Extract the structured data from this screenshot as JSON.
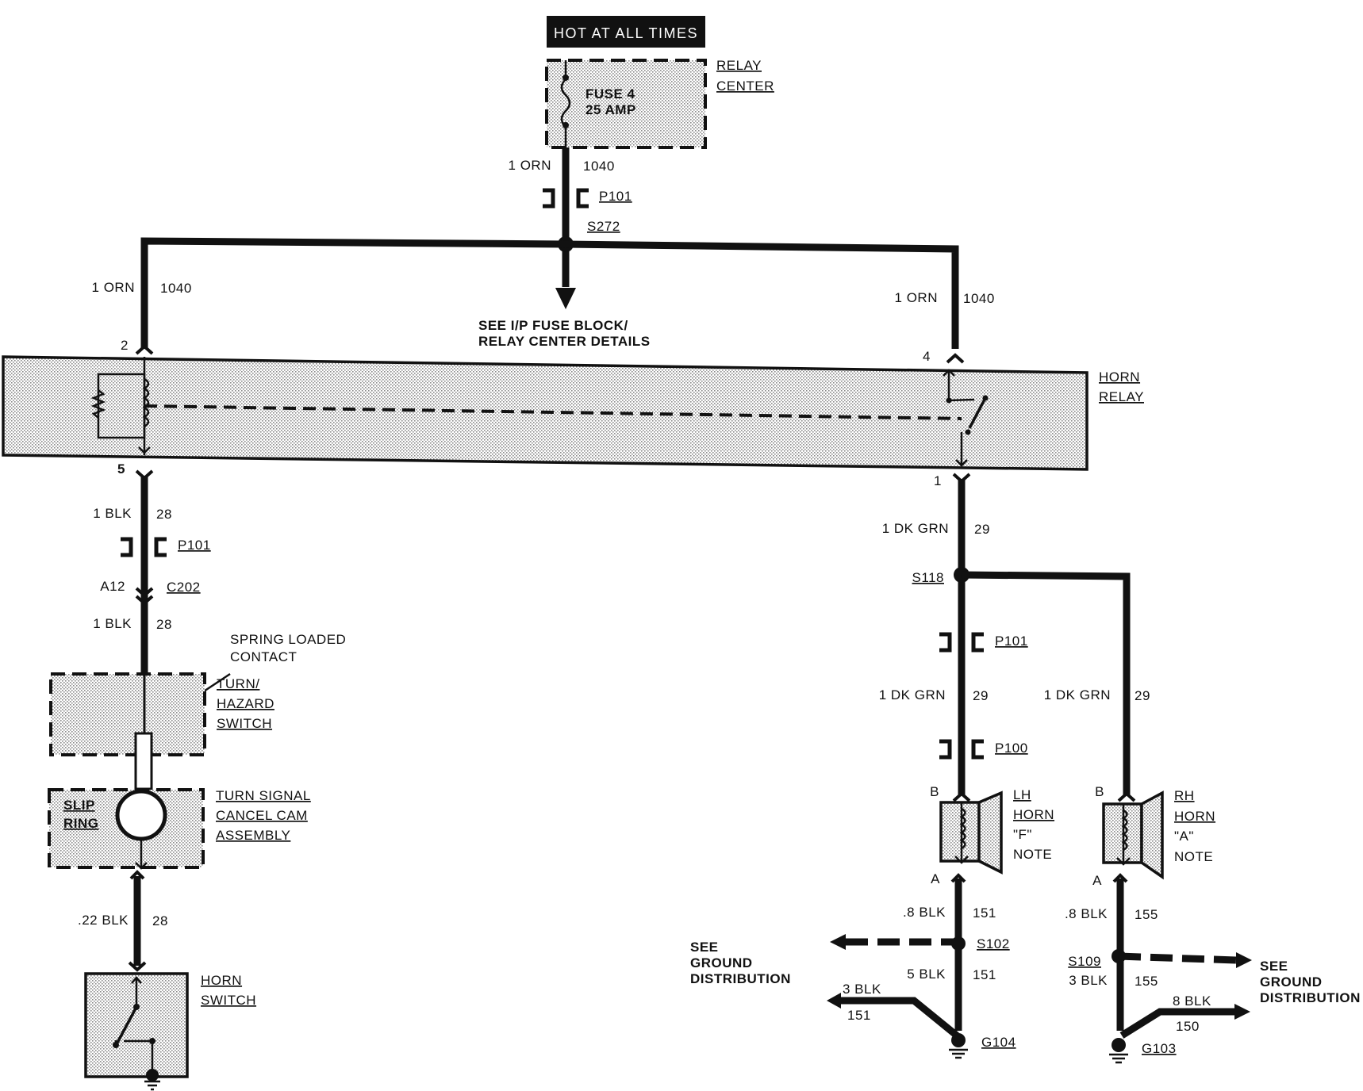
{
  "power": {
    "hot_label": "HOT AT ALL TIMES"
  },
  "relay_center": {
    "label_1": "RELAY",
    "label_2": "CENTER",
    "fuse_1": "FUSE 4",
    "fuse_2": "25 AMP"
  },
  "feed": {
    "wire": "1 ORN",
    "circuit": "1040",
    "connector": "P101",
    "splice": "S272",
    "see_1": "SEE I/P FUSE BLOCK/",
    "see_2": "RELAY CENTER DETAILS"
  },
  "left_feed": {
    "wire": "1 ORN",
    "circuit": "1040",
    "pin": "2"
  },
  "right_feed": {
    "wire": "1 ORN",
    "circuit": "1040",
    "pin": "4"
  },
  "horn_relay": {
    "label_1": "HORN",
    "label_2": "RELAY",
    "pin_bottom_left": "5",
    "pin_bottom_right": "1"
  },
  "left_branch": {
    "wire_1": "1 BLK",
    "circuit_1": "28",
    "connector_1": "P101",
    "pin_a12": "A12",
    "connector_2": "C202",
    "wire_2": "1 BLK",
    "circuit_2": "28",
    "spring_1": "SPRING LOADED",
    "spring_2": "CONTACT",
    "turn_1": "TURN/",
    "turn_2": "HAZARD",
    "turn_3": "SWITCH",
    "slip_1": "SLIP",
    "slip_2": "RING",
    "cancel_1": "TURN SIGNAL",
    "cancel_2": "CANCEL CAM",
    "cancel_3": "ASSEMBLY",
    "wire_3": ".22 BLK",
    "circuit_3": "28",
    "horn_switch_1": "HORN",
    "horn_switch_2": "SWITCH"
  },
  "right_branch": {
    "wire_1": "1 DK GRN",
    "circuit_1": "29",
    "splice": "S118",
    "connector_1": "P101",
    "lh_wire": "1 DK GRN",
    "lh_circuit": "29",
    "rh_wire": "1 DK GRN",
    "rh_circuit": "29",
    "connector_2": "P100",
    "lh_pin_b": "B",
    "lh_pin_a": "A",
    "rh_pin_b": "B",
    "rh_pin_a": "A",
    "lh_horn_1": "LH",
    "lh_horn_2": "HORN",
    "lh_horn_3": "\"F\"",
    "lh_horn_4": "NOTE",
    "rh_horn_1": "RH",
    "rh_horn_2": "HORN",
    "rh_horn_3": "\"A\"",
    "rh_horn_4": "NOTE"
  },
  "lh_ground": {
    "wire_1": ".8 BLK",
    "circuit_1": "151",
    "splice": "S102",
    "see_1": "SEE",
    "see_2": "GROUND",
    "see_3": "DISTRIBUTION",
    "wire_2": "5 BLK",
    "circuit_2": "151",
    "wire_3": "3 BLK",
    "circuit_3": "151",
    "ground": "G104"
  },
  "rh_ground": {
    "wire_1": ".8 BLK",
    "circuit_1": "155",
    "splice": "S109",
    "see_1": "SEE",
    "see_2": "GROUND",
    "see_3": "DISTRIBUTION",
    "wire_2": "3 BLK",
    "circuit_2": "155",
    "wire_3": "8 BLK",
    "circuit_3": "150",
    "ground": "G103"
  }
}
